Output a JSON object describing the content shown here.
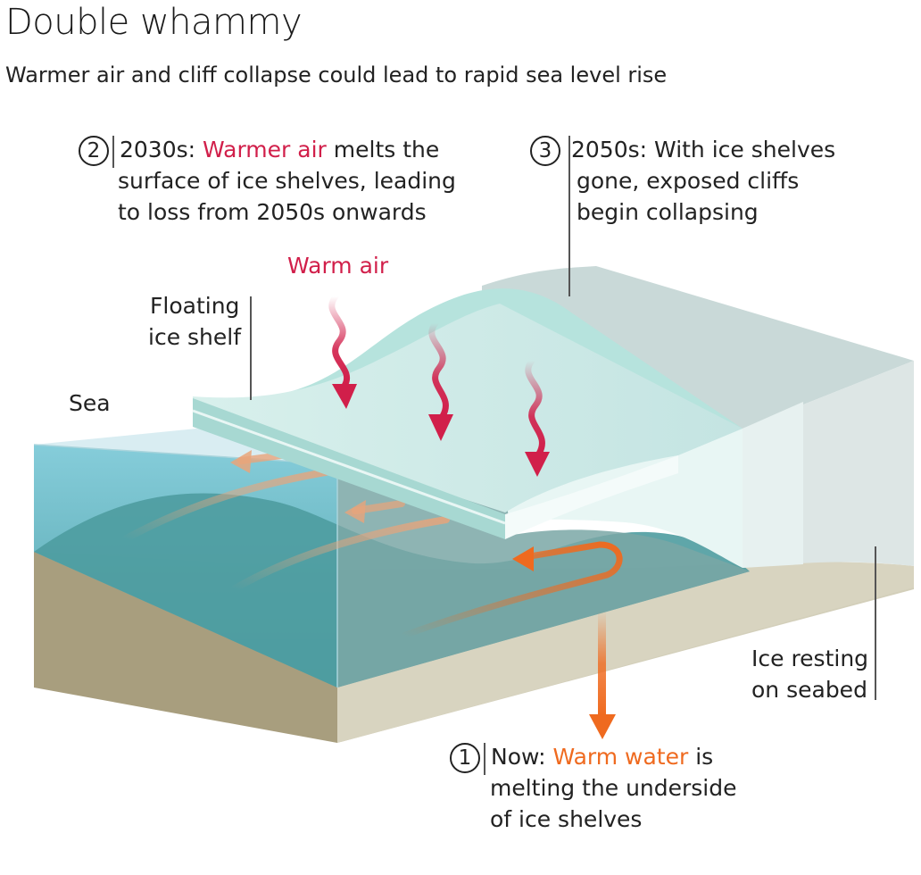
{
  "title": "Double whammy",
  "subtitle": "Warmer air and cliff collapse could lead to rapid sea level rise",
  "callouts": {
    "step2": {
      "number": "2",
      "lead": "2030s: ",
      "highlight": "Warmer air",
      "rest_line1": " melts the",
      "line2": "surface of ice shelves, leading",
      "line3": "to loss from 2050s onwards"
    },
    "step3": {
      "number": "3",
      "line1": "2050s: With ice shelves",
      "line2": "gone, exposed cliffs",
      "line3": "begin collapsing"
    },
    "step1": {
      "number": "1",
      "lead": "Now: ",
      "highlight": "Warm water",
      "rest_line1": " is",
      "line2": "melting the underside",
      "line3": "of ice shelves"
    }
  },
  "labels": {
    "warm_air": "Warm air",
    "floating_line1": "Floating",
    "floating_line2": "ice shelf",
    "sea": "Sea",
    "seabed_line1": "Ice resting",
    "seabed_line2": "on seabed"
  },
  "colors": {
    "warm_air": "#d11f4a",
    "warm_water": "#ef6a1f",
    "sea": "#4ea3ad",
    "ice": "#c9ece7",
    "seabed": "#d6d2bd"
  }
}
